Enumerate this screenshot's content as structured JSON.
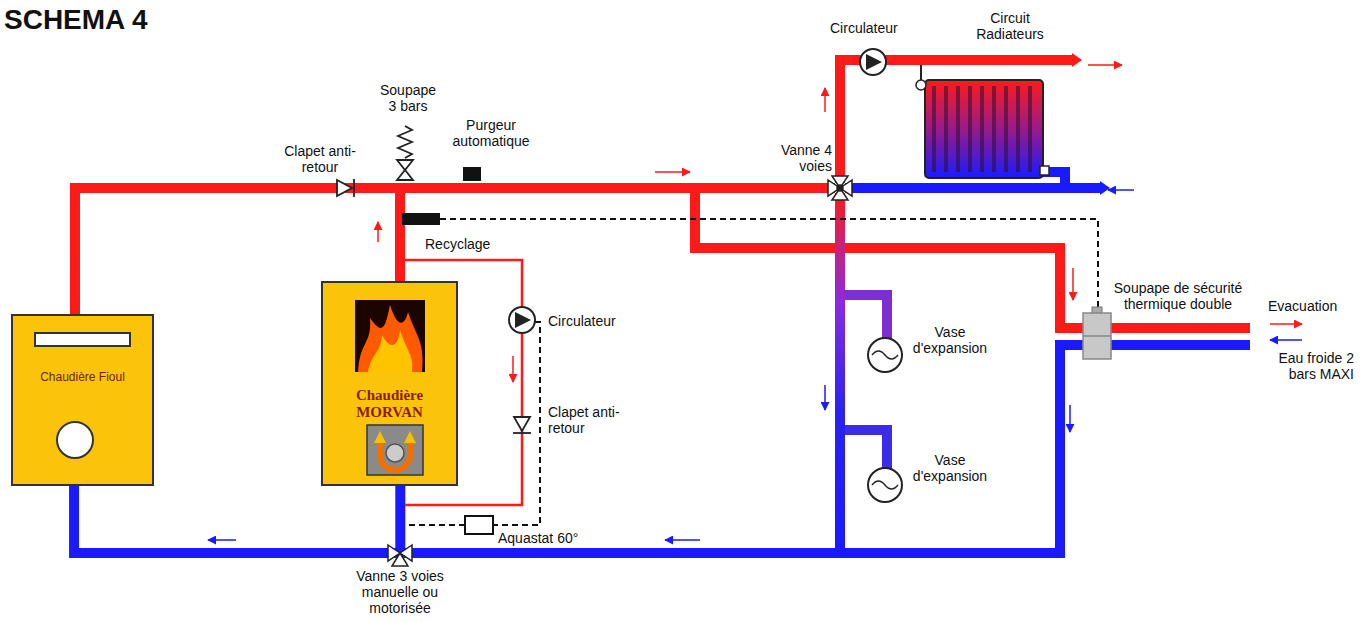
{
  "diagram": {
    "title": "SCHEMA 4",
    "nodes": [
      {
        "text": [
          "Chaudière Fioul"
        ]
      },
      {
        "text": [
          "Chaudière MORVAN"
        ]
      }
    ],
    "edges": [
      {
        "from": 1,
        "to": 0,
        "arrow": "none"
      }
    ],
    "labels": [
      "Soupape 3 bars",
      "Purgeur automatique",
      "Clapet anti-retour",
      "Recyclage",
      "Circulateur",
      "Clapet anti-retour",
      "Aquastat 60°",
      "Vanne 3 voies manuelle ou motorisée",
      "Circulateur",
      "Circuit Radiateurs",
      "Vanne 4 voies",
      "Vase d'expansion",
      "Vase d'expansion",
      "Soupape de sécurité thermique double",
      "Evacuation",
      "Eau froide 2 bars MAXI"
    ]
  }
}
